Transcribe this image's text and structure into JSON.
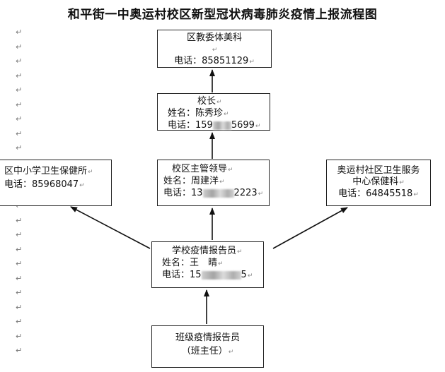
{
  "title": "和平街一中奥运村校区新型冠状病毒肺炎疫情上报流程图",
  "paragraph_mark": "↵",
  "nodes": {
    "district_committee": {
      "name": "区教委体美科",
      "phone": "电话：85851129"
    },
    "principal": {
      "name": "校长",
      "person": "姓名：陈秀珍",
      "phone_start": "电话：159",
      "phone_end": "5699"
    },
    "campus_leader": {
      "name": "校区主管领导",
      "person": "姓名：周建洋",
      "phone_start": "电话：13",
      "phone_end": "2223"
    },
    "district_health": {
      "name": "区中小学卫生保健所",
      "phone": "电话：85968047"
    },
    "community_health": {
      "name_line1": "奥运村社区卫生服务",
      "name_line2": "中心保健科",
      "phone": "电话：64845518"
    },
    "school_reporter": {
      "name": "学校疫情报告员",
      "person": "姓名：王　晴",
      "phone_start": "电话：15",
      "phone_end": "5"
    },
    "class_reporter": {
      "name": "班级疫情报告员",
      "sub": "（班主任）"
    }
  }
}
